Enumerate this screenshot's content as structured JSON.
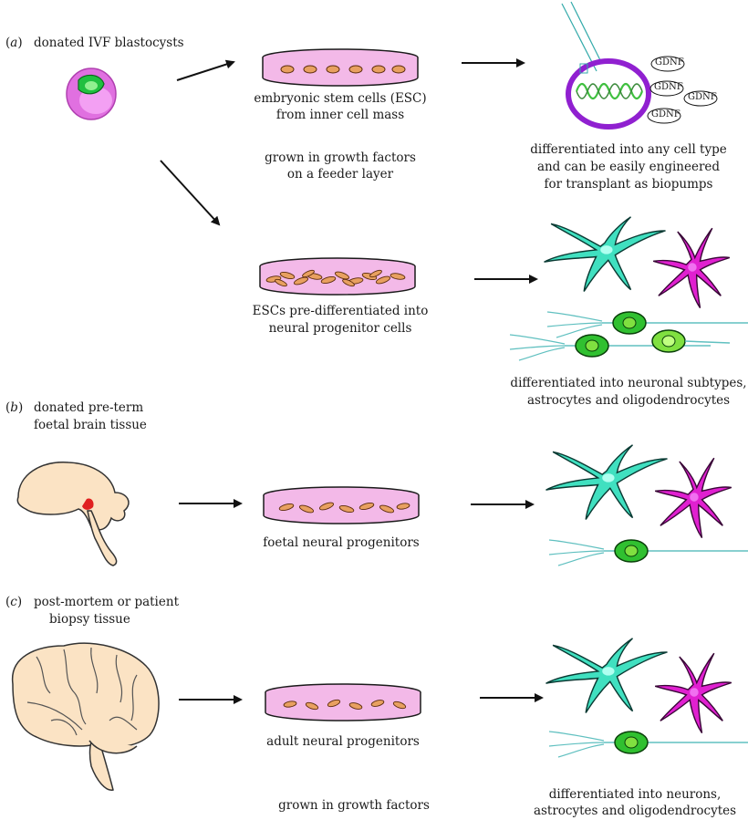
{
  "sections": {
    "a": {
      "letter": "a",
      "source_label": "donated IVF blastocysts",
      "esc_dish_caption_1": "embryonic stem cells (ESC)",
      "esc_dish_caption_2": "from inner cell mass",
      "growth_note_1": "grown in growth factors",
      "growth_note_2": "on a feeder layer",
      "gdnf_label": "GDNF",
      "biopump_caption_1": "differentiated into any cell type",
      "biopump_caption_2": "and can be easily engineered",
      "biopump_caption_3": "for transplant as biopumps",
      "npc_dish_caption_1": "ESCs pre-differentiated into",
      "npc_dish_caption_2": "neural progenitor cells",
      "neuron_caption_1": "differentiated into neuronal subtypes,",
      "neuron_caption_2": "astrocytes and oligodendrocytes"
    },
    "b": {
      "letter": "b",
      "source_label_1": "donated pre-term",
      "source_label_2": "foetal brain tissue",
      "dish_caption": "foetal neural progenitors"
    },
    "c": {
      "letter": "c",
      "source_label_1": "post-mortem or patient",
      "source_label_2": "biopsy tissue",
      "dish_caption": "adult neural progenitors",
      "growth_note": "grown in growth factors",
      "neuron_caption_1": "differentiated into neurons,",
      "neuron_caption_2": "astrocytes and oligodendrocytes"
    }
  },
  "colors": {
    "dish_medium": "#f3b9e8",
    "dish_rim": "#1a1a1a",
    "cell_body": "#e8a060",
    "blastocyst_outer": "#e070e0",
    "blastocyst_inner": "#f090f0",
    "icm_green": "#20c040",
    "plasmid_ring": "#9020d0",
    "dna_helix": "#40c040",
    "astrocyte": "#40e0c0",
    "astrocyte_nucleus": "#b0fff0",
    "neuron_magenta": "#e020d0",
    "oligodendrocyte": "#30c030",
    "oligodendrocyte_light": "#80e040",
    "axon": "#60c0c0",
    "brain_fill": "#fbe3c4",
    "brain_red": "#e02020"
  }
}
